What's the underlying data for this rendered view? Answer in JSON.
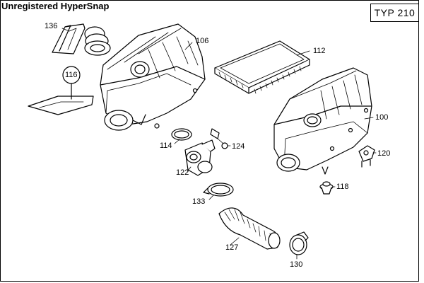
{
  "watermark": "Unregistered HyperSnap",
  "type_badge": "TYP 210",
  "labels": {
    "p136": "136",
    "p106": "106",
    "p112": "112",
    "p116": "116",
    "p100": "100",
    "p114": "114",
    "p124": "124",
    "p122": "122",
    "p120": "120",
    "p118": "118",
    "p133": "133",
    "p127": "127",
    "p130": "130"
  }
}
